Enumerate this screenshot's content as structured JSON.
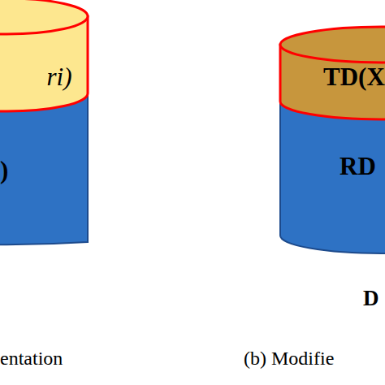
{
  "diagram": {
    "nodes": [
      {
        "text": [
          "ri)"
        ]
      },
      {
        "text": [
          ")"
        ]
      },
      {
        "text": [
          "TD(X"
        ]
      },
      {
        "text": [
          "RD"
        ]
      }
    ],
    "labels": [
      "D",
      "entation",
      "(b) Modifie"
    ]
  }
}
